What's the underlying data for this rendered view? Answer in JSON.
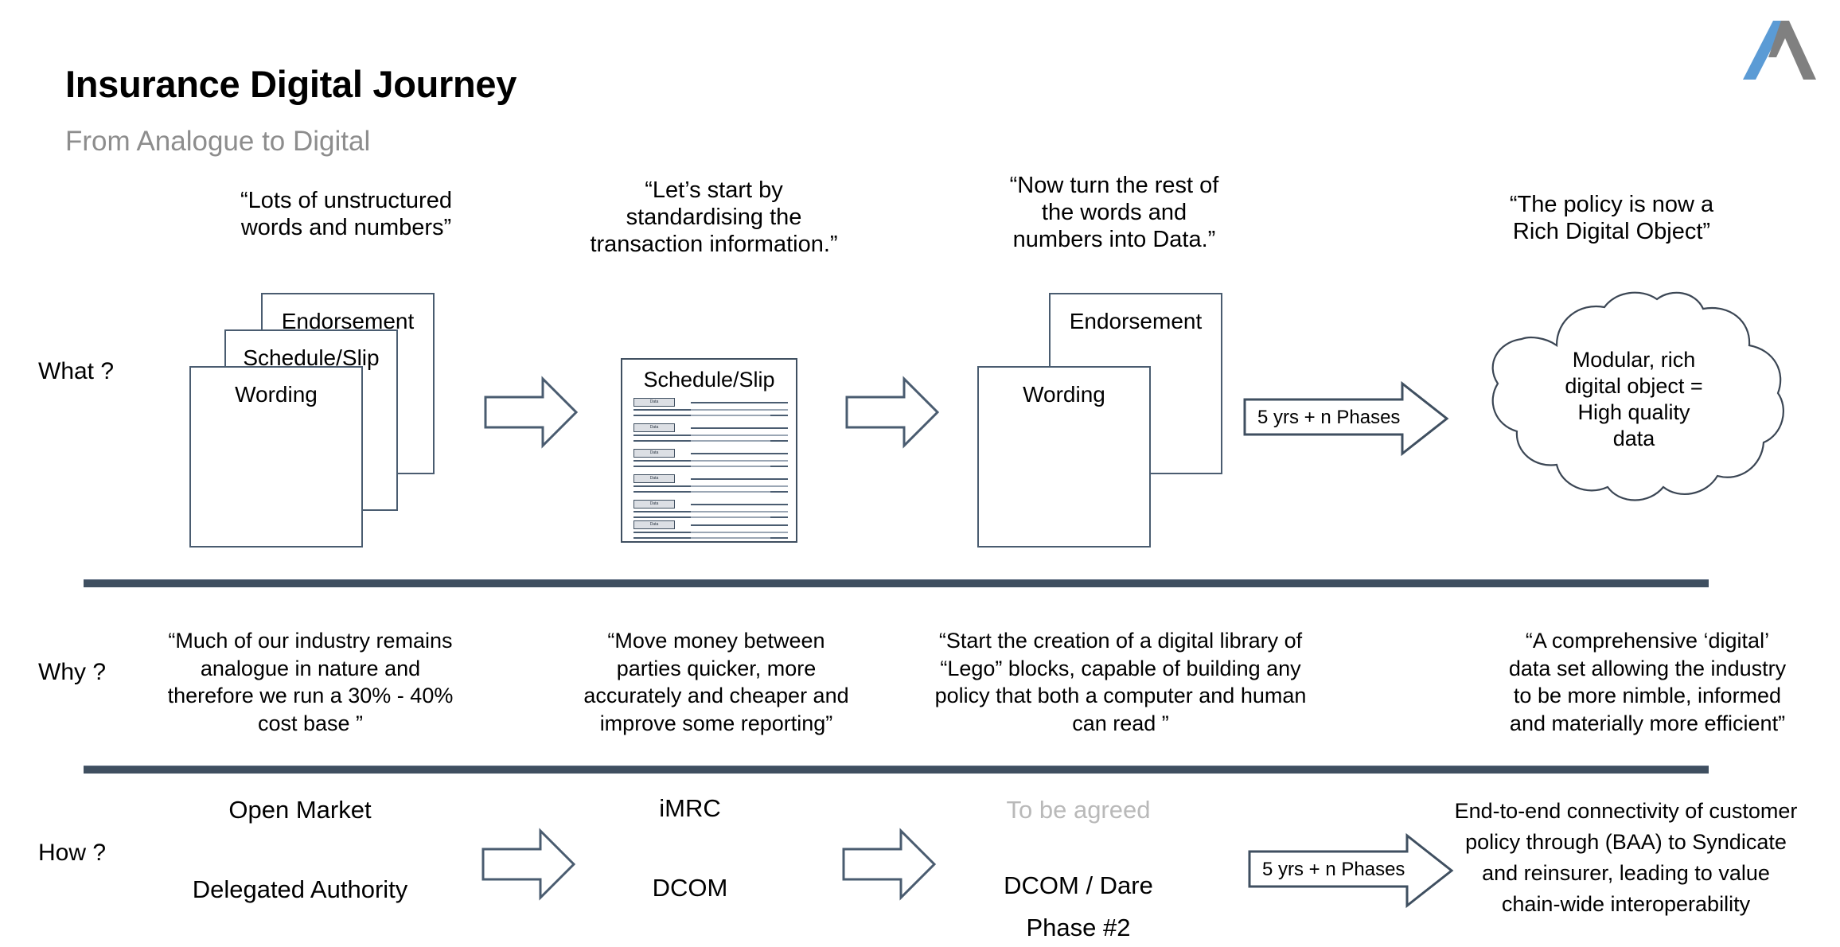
{
  "slide": {
    "title": "Insurance Digital Journey",
    "subtitle": "From Analogue to Digital"
  },
  "logo": {
    "name": "company-logo-a",
    "blue": "#5B9BD5",
    "gray": "#808080"
  },
  "row_labels": {
    "what": "What ?",
    "why": "Why ?",
    "how": "How ?"
  },
  "what_row": {
    "quotes": [
      "“Lots of unstructured\nwords and numbers”",
      "“Let’s start by\nstandardising the\ntransaction information.”",
      "“Now turn the rest of\nthe words and\nnumbers into Data.”",
      "“The policy is now a\nRich Digital Object”"
    ],
    "stack1": {
      "cards": [
        "Endorsement",
        "Schedule/Slip",
        "Wording"
      ]
    },
    "paper": {
      "title": "Schedule/Slip",
      "chip_label": "Data",
      "rows": 6
    },
    "stack3": {
      "cards": [
        "Endorsement",
        "Wording"
      ]
    },
    "cloud": {
      "text": "Modular, rich\ndigital object =\nHigh quality\ndata"
    },
    "arrow_label": "5 yrs + n Phases"
  },
  "why_row": {
    "quotes": [
      "“Much of our industry remains\nanalogue in nature and\ntherefore we run a 30% - 40%\ncost base ”",
      "“Move money between\nparties quicker, more\naccurately and cheaper and\nimprove some reporting”",
      "“Start the creation of a digital library of\n“Lego” blocks, capable of building any\npolicy that both a computer and human\ncan read ”",
      "“A comprehensive ‘digital’\ndata set allowing the industry\nto be more nimble, informed\nand materially more efficient”"
    ]
  },
  "how_row": {
    "col1": [
      "Open Market",
      "Delegated Authority"
    ],
    "col2": [
      "iMRC",
      "DCOM"
    ],
    "col3_muted": "To be agreed",
    "col3": [
      "DCOM / Dare",
      "Phase #2"
    ],
    "arrow_label": "5 yrs + n Phases",
    "outcome": "End-to-end connectivity of customer\npolicy through (BAA) to Syndicate\nand reinsurer, leading to value\nchain-wide interoperability"
  },
  "colors": {
    "divider": "#3f4f60",
    "shape_outline": "#4a5c70",
    "muted_text": "#b9b9b9",
    "subtitle_text": "#8d8d8d"
  }
}
